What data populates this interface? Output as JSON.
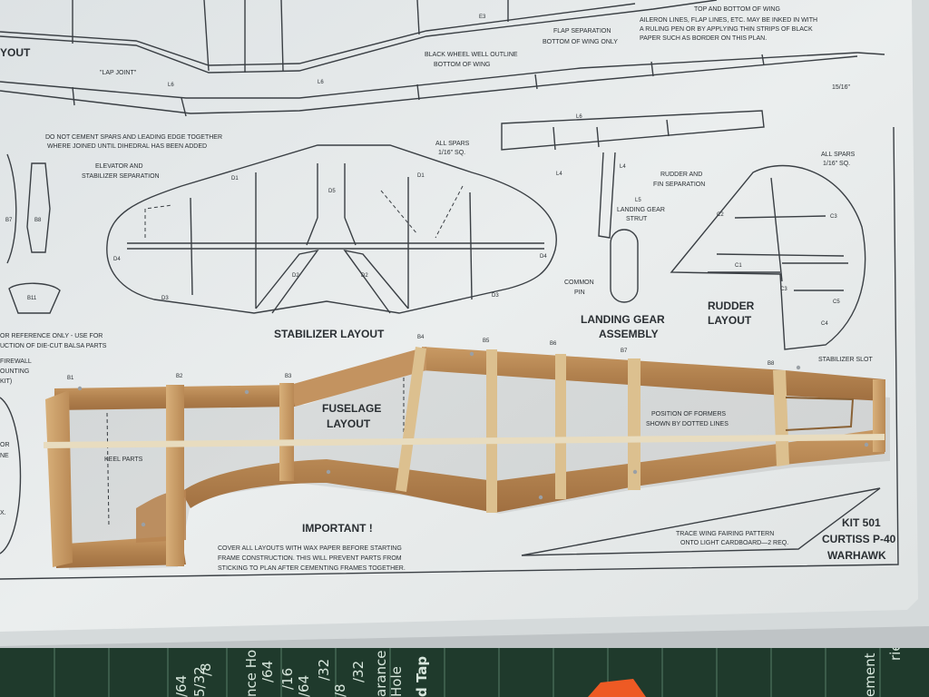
{
  "plan": {
    "wing": {
      "top_left": "YOUT",
      "lap_joint": "\"LAP JOINT\"",
      "e3": "E3",
      "l6_left": "L6",
      "l6_right": "L6",
      "note_top": "TOP AND BOTTOM OF WING",
      "flap_sep": "FLAP SEPARATION",
      "bottom_only": "BOTTOM OF WING ONLY",
      "wheel_well_1": "BLACK WHEEL WELL OUTLINE",
      "wheel_well_2": "BOTTOM OF WING",
      "aileron_1": "AILERON LINES, FLAP LINES, ETC. MAY BE INKED IN WITH",
      "aileron_2": "A RULING PEN OR BY APPLYING THIN STRIPS OF BLACK",
      "aileron_3": "PAPER SUCH AS BORDER ON THIS PLAN.",
      "dim": "15/16\"",
      "spar_note_1": "DO NOT CEMENT SPARS AND LEADING EDGE TOGETHER",
      "spar_note_2": "WHERE JOINED UNTIL DIHEDRAL HAS BEEN ADDED"
    },
    "stabilizer": {
      "title": "STABILIZER LAYOUT",
      "elevator_1": "ELEVATOR AND",
      "elevator_2": "STABILIZER SEPARATION",
      "spars_1": "ALL SPARS",
      "spars_2": "1/16\" SQ.",
      "d1": "D1",
      "d2": "D2",
      "d3": "D3",
      "d4": "D4",
      "d5": "D5"
    },
    "landing_gear": {
      "title_1": "LANDING GEAR",
      "title_2": "ASSEMBLY",
      "l4": "L4",
      "l5": "L5",
      "l6": "L6",
      "strut_1": "LANDING GEAR",
      "strut_2": "STRUT",
      "pin_1": "COMMON",
      "pin_2": "PIN"
    },
    "rudder": {
      "title_1": "RUDDER",
      "title_2": "LAYOUT",
      "sep_1": "RUDDER AND",
      "sep_2": "FIN SEPARATION",
      "spars_1": "ALL SPARS",
      "spars_2": "1/16\" SQ.",
      "c1": "C1",
      "c2": "C2",
      "c3": "C3",
      "c4": "C4",
      "c5": "C5"
    },
    "left_parts": {
      "b7": "B7",
      "b8": "B8",
      "b11": "B11",
      "ref_1": "OR REFERENCE ONLY - USE FOR",
      "ref_2": "UCTION OF DIE-CUT BALSA PARTS",
      "firewall_1": "FIREWALL",
      "firewall_2": "OUNTING",
      "firewall_3": "KIT)",
      "edge_1": "OR",
      "edge_2": "NE",
      "edge_3": "X."
    },
    "fuselage": {
      "title_1": "FUSELAGE",
      "title_2": "LAYOUT",
      "keel": "KEEL PARTS",
      "formers_1": "POSITION OF FORMERS",
      "formers_2": "SHOWN BY DOTTED LINES",
      "stab_slot": "STABILIZER SLOT",
      "stations": [
        "B1",
        "B2",
        "B3",
        "B4",
        "B5",
        "B6",
        "B7",
        "B8"
      ]
    },
    "important": {
      "title": "IMPORTANT !",
      "line_1": "COVER ALL LAYOUTS WITH WAX PAPER BEFORE STARTING",
      "line_2": "FRAME CONSTRUCTION.  THIS WILL PREVENT PARTS FROM",
      "line_3": "STICKING TO PLAN AFTER CEMENTING FRAMES TOGETHER."
    },
    "fairing_1": "TRACE WING FAIRING PATTERN",
    "fairing_2": "ONTO LIGHT CARDBOARD—2 REQ.",
    "kit_1": "KIT 501",
    "kit_2": "CURTISS P-40",
    "kit_3": "WARHAWK"
  },
  "mat": {
    "labels": [
      "/64",
      "/8",
      "5/32",
      "nce Ho",
      "/64",
      "/16",
      "/64",
      "/32",
      "/8",
      "/32",
      "arance",
      "Hole",
      "d Tap",
      "rie)",
      "ement"
    ]
  },
  "colors": {
    "paper": "#e9ecec",
    "balsa": "#b58a58",
    "ink": "#2a2f33",
    "mat": "#1f3a2c"
  }
}
